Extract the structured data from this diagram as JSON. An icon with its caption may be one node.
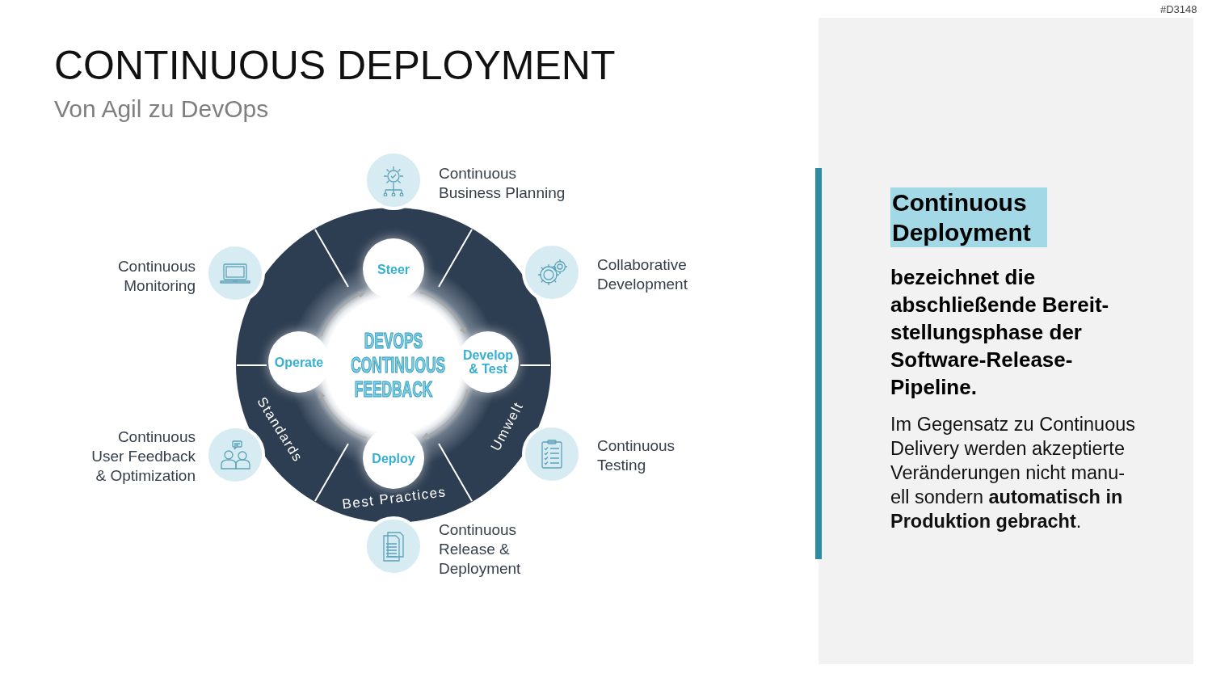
{
  "diagram": {
    "title": "CONTINUOUS DEPLOYMENT",
    "nodes": [
      {
        "text": [
          "Standards",
          "Best Practices",
          "Umwelt"
        ]
      },
      {
        "text": [
          "DEVOPS CONTINUOUS FEEDBACK"
        ],
        "in": 0
      },
      {
        "text": [
          "Steer"
        ],
        "in": 0
      },
      {
        "text": [
          "Develop & Test"
        ],
        "in": 0
      },
      {
        "text": [
          "Deploy"
        ],
        "in": 0
      },
      {
        "text": [
          "Operate"
        ],
        "in": 0
      },
      {
        "text": [
          "Continuous Business Planning"
        ]
      },
      {
        "text": [
          "Continuous Monitoring"
        ]
      },
      {
        "text": [
          "Collaborative Development"
        ]
      },
      {
        "text": [
          "Continuous User Feedback & Optimization"
        ]
      },
      {
        "text": [
          "Continuous Testing"
        ]
      },
      {
        "text": [
          "Continuous Release & Deployment"
        ]
      },
      {
        "text": [
          "Continuous Deployment",
          "bezeichnet die abschließende Bereit- stellungsphase der Software-Release- Pipeline.",
          "Im Gegensatz zu Continuous Delivery werden akzeptierte Veränderungen nicht manu- ell sondern **automatisch in Produktion gebracht**."
        ]
      }
    ],
    "edges": [
      {
        "from": 2,
        "to": 3,
        "arrow": "to"
      },
      {
        "from": 3,
        "to": 4,
        "arrow": "to"
      },
      {
        "from": 4,
        "to": 5,
        "arrow": "to"
      },
      {
        "from": 5,
        "to": 2,
        "arrow": "to"
      }
    ],
    "labels": [
      "#D3148",
      "Von Agil zu DevOps"
    ]
  }
}
